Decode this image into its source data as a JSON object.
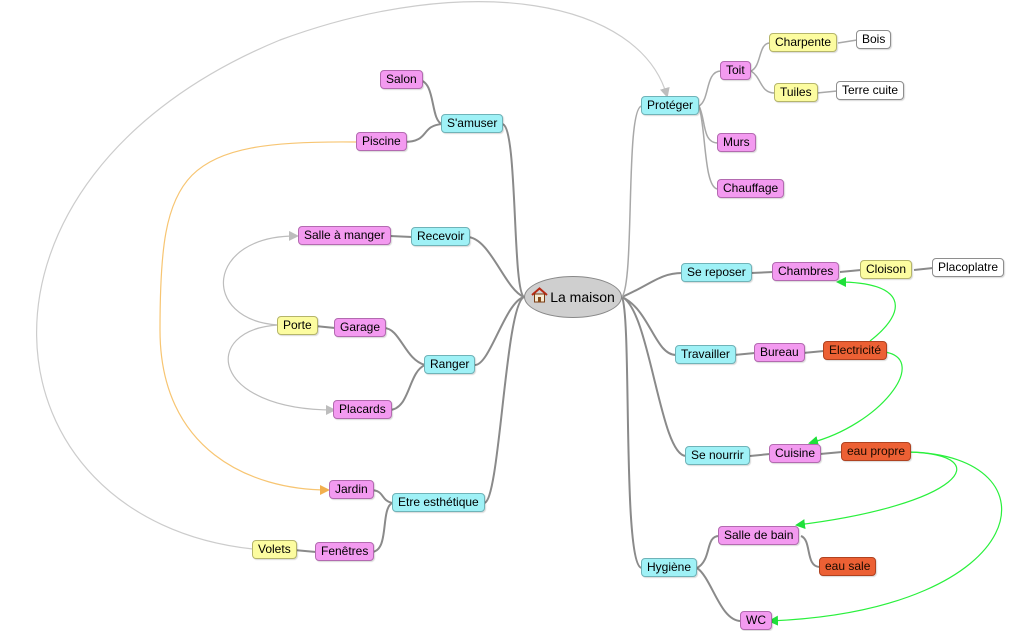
{
  "root": {
    "label": "La maison",
    "icon": "house-icon"
  },
  "colors": {
    "branch": "#8a8a8a",
    "gray_link": "#c8c8c8",
    "orange_link": "#f7c572",
    "green_link": "#29f03c",
    "level1": "#9ff1f6",
    "level2": "#f39af0",
    "level3": "#fcfca0",
    "leaf": "#ffffff",
    "accent": "#ec6034"
  },
  "nodes": {
    "salon": "Salon",
    "samuser": "S'amuser",
    "piscine": "Piscine",
    "salle_a_manger": "Salle à manger",
    "recevoir": "Recevoir",
    "porte": "Porte",
    "garage": "Garage",
    "ranger": "Ranger",
    "placards": "Placards",
    "jardin": "Jardin",
    "etre_esthetique": "Etre esthétique",
    "volets": "Volets",
    "fenetres": "Fenêtres",
    "proteger": "Protéger",
    "toit": "Toit",
    "charpente": "Charpente",
    "bois": "Bois",
    "tuiles": "Tuiles",
    "terre_cuite": "Terre cuite",
    "murs": "Murs",
    "chauffage": "Chauffage",
    "se_reposer": "Se reposer",
    "chambres": "Chambres",
    "cloison": "Cloison",
    "placoplatre": "Placoplatre",
    "travailler": "Travailler",
    "bureau": "Bureau",
    "electricite": "Electricité",
    "se_nourrir": "Se nourrir",
    "cuisine": "Cuisine",
    "eau_propre": "eau propre",
    "hygiene": "Hygiène",
    "salle_de_bain": "Salle de bain",
    "eau_sale": "eau sale",
    "wc": "WC"
  }
}
